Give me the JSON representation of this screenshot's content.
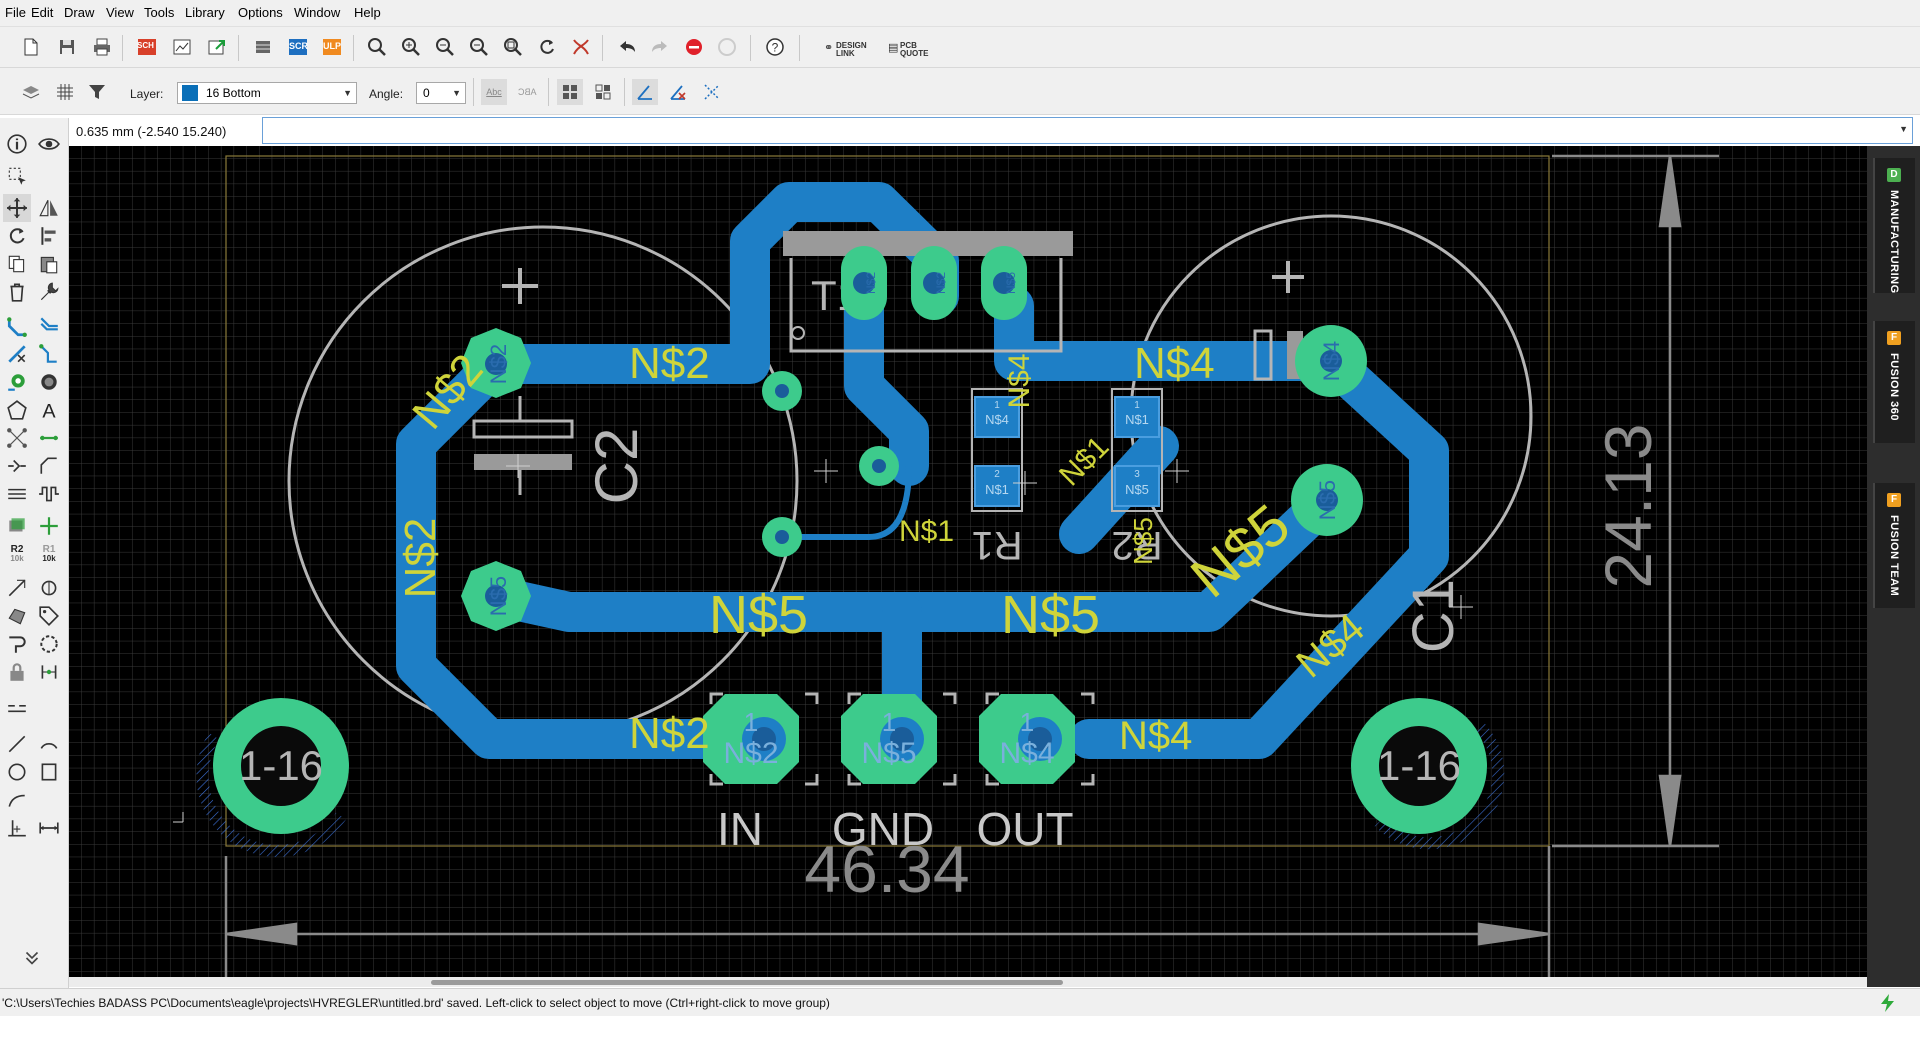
{
  "menu": [
    "File",
    "Edit",
    "Draw",
    "View",
    "Tools",
    "Library",
    "Options",
    "Window",
    "Help"
  ],
  "toolbar": {
    "scr_label": "SCR",
    "ulp_label": "ULP",
    "sch_label": "SCH",
    "design_link": "DESIGN LINK",
    "pcb_quote": "PCB QUOTE"
  },
  "params": {
    "layer_label": "Layer:",
    "layer_value": "16 Bottom",
    "layer_color": "#0a6fb8",
    "angle_label": "Angle:",
    "angle_value": "0",
    "abc_label": "Abc",
    "abc2_label": "ABC"
  },
  "command": {
    "coords": "0.635 mm (-2.540 15.240)",
    "value": ""
  },
  "palette": {
    "r2_label": "R2",
    "r2_sub": "10k",
    "r1_label": "R1",
    "r1_sub": "10k"
  },
  "board": {
    "copper_color": "#1e7fc6",
    "pad_color": "#3dcb8c",
    "silk_color": "#c8c8c8",
    "label_color": "#cfd43a",
    "parts": {
      "t1": "T1",
      "c2": "C2",
      "c1": "C1",
      "r1": "R1",
      "r2": "R2",
      "plus": "+",
      "pad1": "1",
      "pad2": "2",
      "pad3": "3"
    },
    "nets": {
      "n1": "N$1",
      "n2": "N$2",
      "n4": "N$4",
      "n5": "N$5"
    },
    "holes": "1-16",
    "terminals": [
      "IN",
      "GND",
      "OUT"
    ],
    "dim_width": "46.34",
    "dim_height": "24.13"
  },
  "right_panel": {
    "tabs": [
      {
        "badge": "D",
        "label": "MANUFACTURING",
        "color": "#4caf50"
      },
      {
        "badge": "F",
        "label": "FUSION 360",
        "color": "#f0a020"
      },
      {
        "badge": "F",
        "label": "FUSION TEAM",
        "color": "#f0a020"
      }
    ]
  },
  "status": {
    "text": "'C:\\Users\\Techies BADASS PC\\Documents\\eagle\\projects\\HVREGLER\\untitled.brd' saved. Left-click to select object to move (Ctrl+right-click to move group)"
  }
}
